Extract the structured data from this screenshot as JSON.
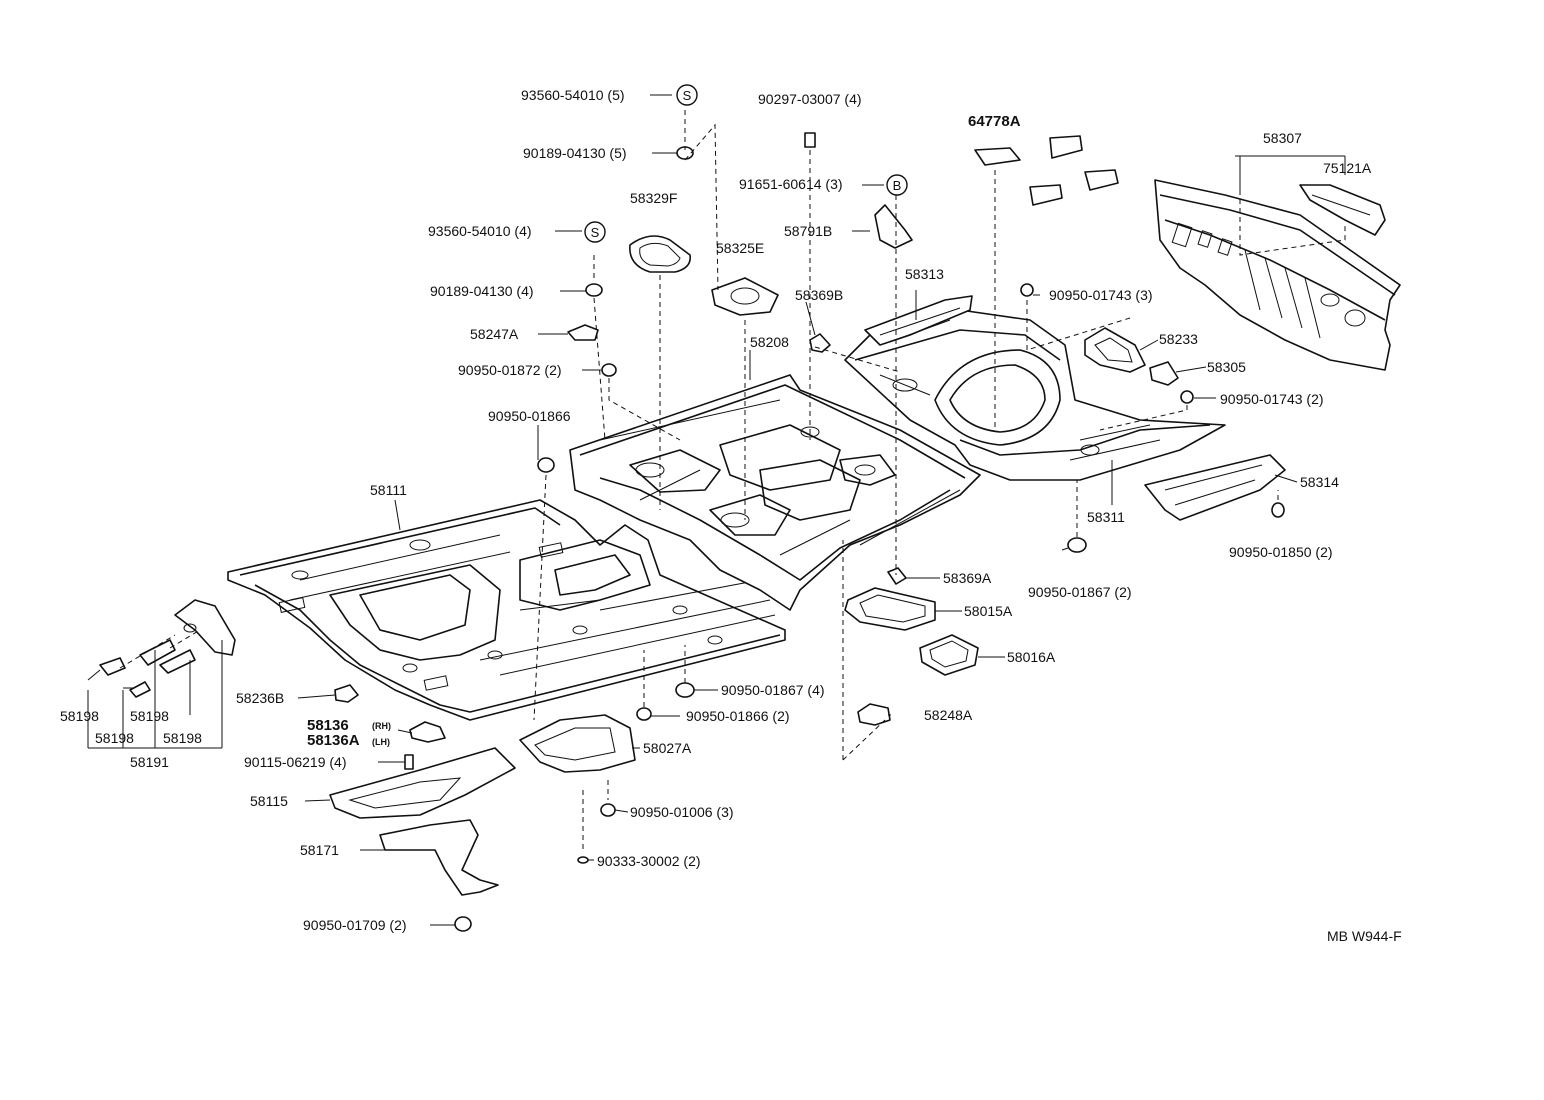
{
  "diagram": {
    "code": "MB W944-F",
    "symbols": {
      "s": "S",
      "b": "B"
    },
    "parts": {
      "p93560_54010_5": "93560-54010 (5)",
      "p90189_04130_5": "90189-04130 (5)",
      "p90297_03007": "90297-03007 (4)",
      "p64778A": "64778A",
      "p58307": "58307",
      "p75121A": "75121A",
      "p91651_60614": "91651-60614 (3)",
      "p58329F": "58329F",
      "p93560_54010_4": "93560-54010 (4)",
      "p58791B": "58791B",
      "p58325E": "58325E",
      "p90189_04130_4": "90189-04130 (4)",
      "p58313": "58313",
      "p58369B": "58369B",
      "p90950_01743_3": "90950-01743 (3)",
      "p58247A": "58247A",
      "p58208": "58208",
      "p58233": "58233",
      "p90950_01872": "90950-01872 (2)",
      "p58305": "58305",
      "p90950_01743_2": "90950-01743 (2)",
      "p90950_01866": "90950-01866",
      "p58314": "58314",
      "p58111": "58111",
      "p58311": "58311",
      "p90950_01850": "90950-01850 (2)",
      "p58369A": "58369A",
      "p90950_01867_2": "90950-01867 (2)",
      "p58015A": "58015A",
      "p58016A": "58016A",
      "p90950_01867_4": "90950-01867 (4)",
      "p58236B": "58236B",
      "p58198_a": "58198",
      "p58198_b": "58198",
      "p58198_c": "58198",
      "p58198_d": "58198",
      "p58191": "58191",
      "p90950_01866_2": "90950-01866 (2)",
      "p58248A": "58248A",
      "p58136": "58136",
      "p58136_rh": "(RH)",
      "p58136A": "58136A",
      "p58136A_lh": "(LH)",
      "p58027A": "58027A",
      "p90115_06219": "90115-06219 (4)",
      "p58115": "58115",
      "p90950_01006": "90950-01006 (3)",
      "p58171": "58171",
      "p90333_30002": "90333-30002 (2)",
      "p90950_01709": "90950-01709 (2)"
    }
  }
}
